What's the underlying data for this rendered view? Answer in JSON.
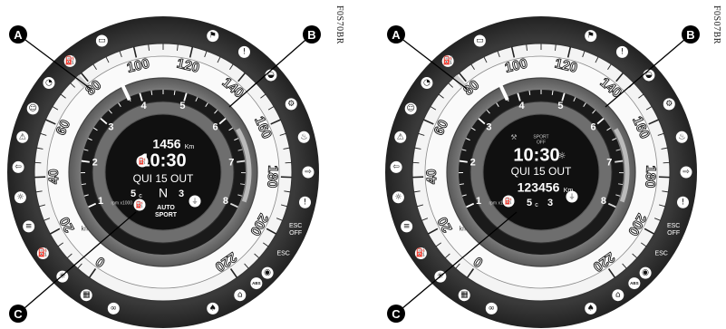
{
  "figure": {
    "left_code": "F0S70BR",
    "right_code": "F0S07BR"
  },
  "callouts": [
    "A",
    "B",
    "C"
  ],
  "left_cluster": {
    "speed_labels": [
      "0",
      "20",
      "40",
      "60",
      "80",
      "100",
      "120",
      "140",
      "160",
      "180",
      "200",
      "220"
    ],
    "tacho_labels": [
      "1",
      "2",
      "3",
      "4",
      "5",
      "6",
      "7",
      "8"
    ],
    "kmh_unit": "km/h",
    "rpm_label": "rpm x1000",
    "display": {
      "odometer": "1456",
      "odometer_unit": "Km",
      "time": "10:30",
      "date": "QUI 15 OUT",
      "temp": "5",
      "temp_unit": "c",
      "gear": "N",
      "gear_indicator": "3",
      "mode_line1": "AUTO",
      "mode_line2": "SPORT"
    }
  },
  "right_cluster": {
    "speed_labels": [
      "0",
      "20",
      "40",
      "60",
      "80",
      "100",
      "120",
      "140",
      "160",
      "180",
      "200",
      "220"
    ],
    "tacho_labels": [
      "1",
      "2",
      "3",
      "4",
      "5",
      "6",
      "7",
      "8"
    ],
    "kmh_unit": "km/h",
    "rpm_label": "rpm x1000",
    "display": {
      "sport_line1": "SPORT",
      "sport_line2": "OFF",
      "time": "10:30",
      "date": "QUI 15 OUT",
      "odometer": "123456",
      "odometer_unit": "Km",
      "temp": "5",
      "temp_unit": "c",
      "gear_indicator": "3"
    }
  },
  "warning_labels": {
    "esc_off_line1": "ESC",
    "esc_off_line2": "OFF",
    "esc": "ESC",
    "abs": "ABS"
  },
  "icons": [
    "fuel-reserve-icon",
    "battery-icon",
    "seatbelt-icon",
    "airbag-icon",
    "warning-triangle-icon",
    "left-turn-icon",
    "right-turn-icon",
    "position-lights-icon",
    "high-beam-icon",
    "fuel-icon",
    "front-fog-icon",
    "rear-fog-icon",
    "glow-plug-icon",
    "oil-pressure-icon",
    "engine-check-icon",
    "coolant-temp-icon",
    "brake-icon",
    "abs-icon",
    "door-open-icon",
    "immobilizer-icon",
    "service-wrench-icon",
    "power-steering-icon"
  ]
}
